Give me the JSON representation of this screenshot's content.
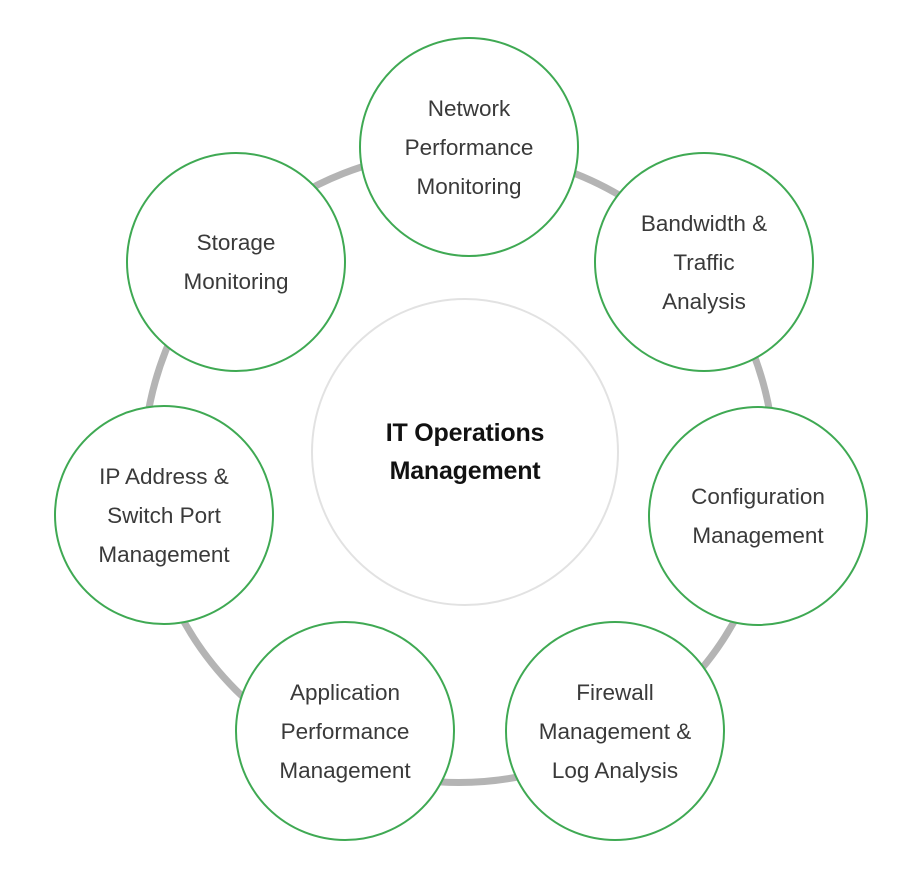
{
  "diagram": {
    "center": {
      "line1": "IT Operations",
      "line2": "Management"
    },
    "nodes": [
      {
        "label": "Network\nPerformance\nMonitoring"
      },
      {
        "label": "Bandwidth &\nTraffic\nAnalysis"
      },
      {
        "label": "Configuration\nManagement"
      },
      {
        "label": "Firewall\nManagement &\nLog Analysis"
      },
      {
        "label": "Application\nPerformance\nManagement"
      },
      {
        "label": "IP Address &\nSwitch Port\nManagement"
      },
      {
        "label": "Storage\nMonitoring"
      }
    ]
  },
  "colors": {
    "node_border": "#3fa953",
    "ring": "#b4b4b4",
    "center_border": "#e2e2e2",
    "center_text": "#111111",
    "node_text": "#3a3a3a"
  }
}
